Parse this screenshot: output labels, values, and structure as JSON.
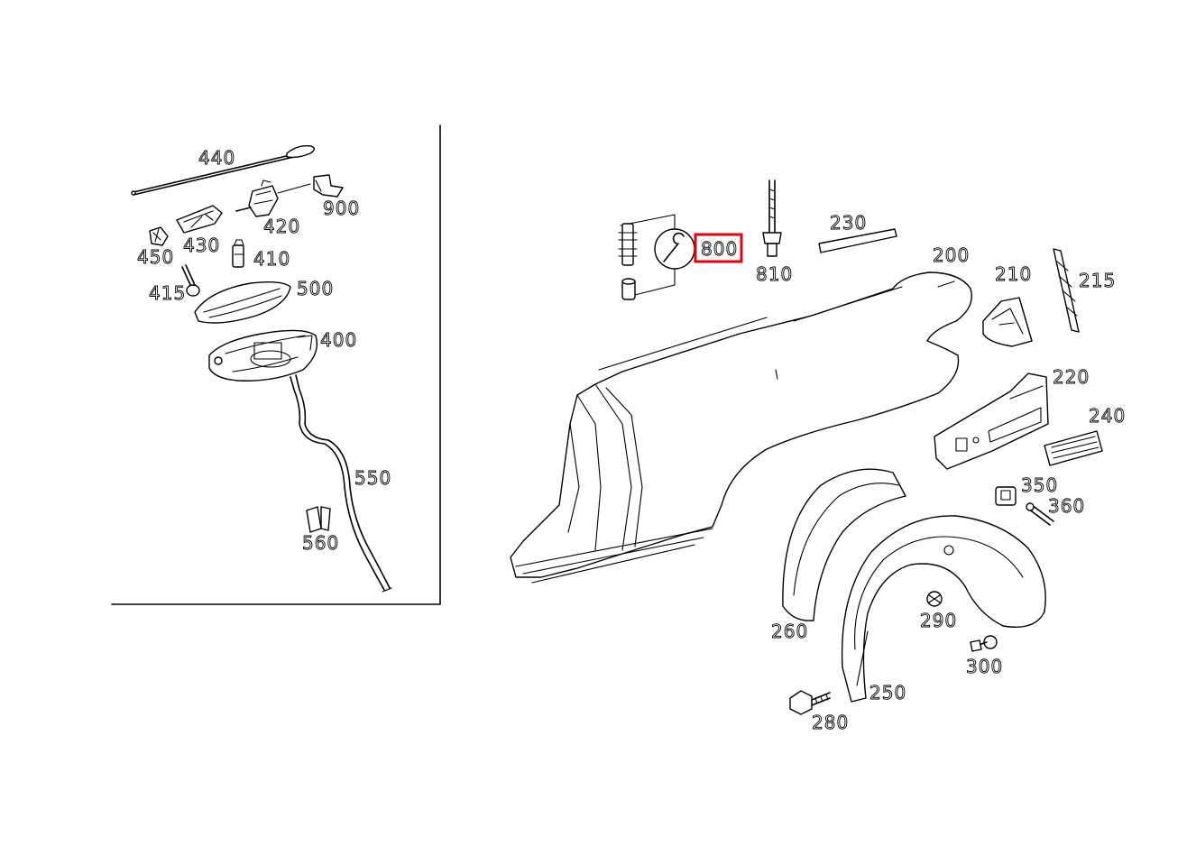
{
  "diagram": {
    "highlight_color": "#e8000b",
    "highlighted_part": "800",
    "inset_parts": [
      "440",
      "900",
      "420",
      "450",
      "430",
      "410",
      "415",
      "500",
      "400",
      "550",
      "560"
    ],
    "main_parts": [
      "800",
      "810",
      "230",
      "200",
      "210",
      "215",
      "220",
      "240",
      "350",
      "360",
      "260",
      "290",
      "300",
      "250",
      "280"
    ]
  },
  "labels": {
    "p440": "440",
    "p900": "900",
    "p420": "420",
    "p450": "450",
    "p430": "430",
    "p410": "410",
    "p415": "415",
    "p500": "500",
    "p400": "400",
    "p550": "550",
    "p560": "560",
    "p800": "800",
    "p810": "810",
    "p230": "230",
    "p200": "200",
    "p210": "210",
    "p215": "215",
    "p220": "220",
    "p240": "240",
    "p350": "350",
    "p360": "360",
    "p260": "260",
    "p290": "290",
    "p300": "300",
    "p250": "250",
    "p280": "280"
  }
}
